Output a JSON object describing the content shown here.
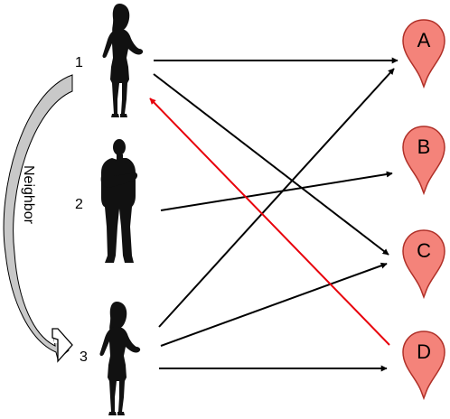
{
  "people": [
    {
      "id": "1",
      "label": "1",
      "kind": "woman"
    },
    {
      "id": "2",
      "label": "2",
      "kind": "man"
    },
    {
      "id": "3",
      "label": "3",
      "kind": "woman"
    }
  ],
  "locations": [
    {
      "id": "A",
      "label": "A"
    },
    {
      "id": "B",
      "label": "B"
    },
    {
      "id": "C",
      "label": "C"
    },
    {
      "id": "D",
      "label": "D"
    }
  ],
  "edges": [
    {
      "from": "1",
      "to": "A",
      "color": "#000000"
    },
    {
      "from": "1",
      "to": "C",
      "color": "#000000"
    },
    {
      "from": "2",
      "to": "B",
      "color": "#000000"
    },
    {
      "from": "3",
      "to": "A",
      "color": "#000000"
    },
    {
      "from": "3",
      "to": "C",
      "color": "#000000"
    },
    {
      "from": "3",
      "to": "D",
      "color": "#000000"
    },
    {
      "from": "D",
      "to": "1",
      "color": "#e8000b"
    }
  ],
  "neighbor": {
    "label": "Neighbor",
    "from": "1",
    "to": "3"
  },
  "colors": {
    "pin_fill": "#f4837a",
    "pin_stroke": "#b03028",
    "silhouette": "#111111"
  }
}
